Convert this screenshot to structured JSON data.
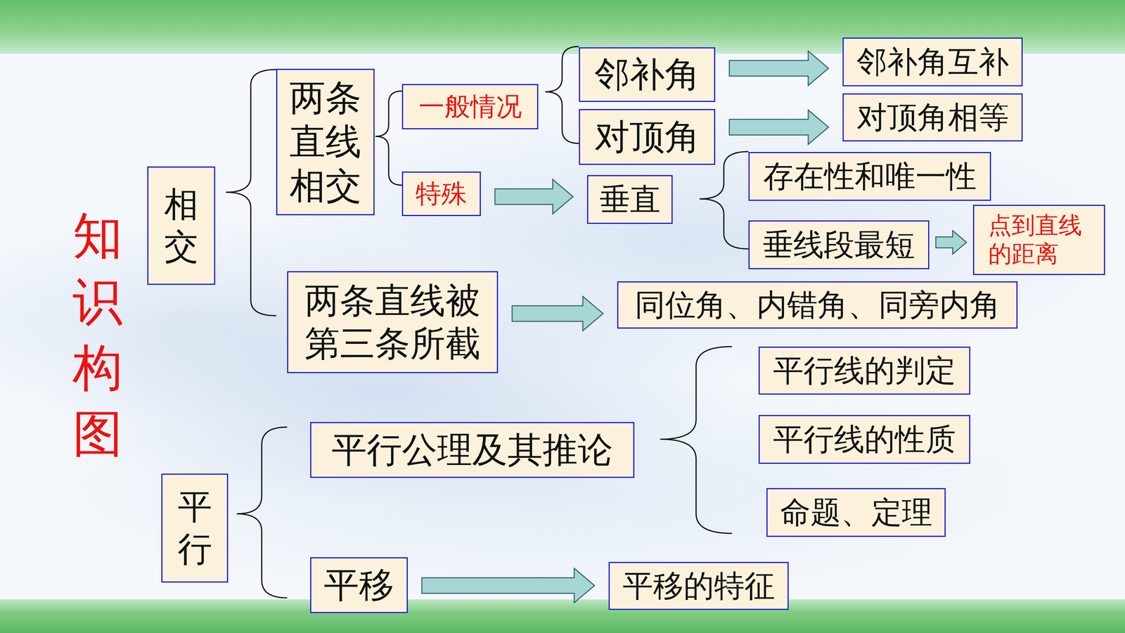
{
  "diagram": {
    "title": "知识构图",
    "nodes": [
      {
        "text": [
          "相交"
        ]
      },
      {
        "text": [
          "两条直线相交"
        ]
      },
      {
        "text": [
          "一般情况"
        ]
      },
      {
        "text": [
          "邻补角"
        ]
      },
      {
        "text": [
          "对顶角"
        ]
      },
      {
        "text": [
          "邻补角互补"
        ]
      },
      {
        "text": [
          "对顶角相等"
        ]
      },
      {
        "text": [
          "特殊"
        ]
      },
      {
        "text": [
          "垂直"
        ]
      },
      {
        "text": [
          "存在性和唯一性"
        ]
      },
      {
        "text": [
          "垂线段最短"
        ]
      },
      {
        "text": [
          "点到直线的距离"
        ]
      },
      {
        "text": [
          "两条直线被第三条所截"
        ]
      },
      {
        "text": [
          "同位角、内错角、同旁内角"
        ]
      },
      {
        "text": [
          "平行"
        ]
      },
      {
        "text": [
          "平行公理及其推论"
        ]
      },
      {
        "text": [
          "平行线的判定"
        ]
      },
      {
        "text": [
          "平行线的性质"
        ]
      },
      {
        "text": [
          "命题、定理"
        ]
      },
      {
        "text": [
          "平移"
        ]
      },
      {
        "text": [
          "平移的特征"
        ]
      }
    ],
    "edges": [
      {
        "from": 3,
        "to": 5,
        "arrow": "to"
      },
      {
        "from": 4,
        "to": 6,
        "arrow": "to"
      },
      {
        "from": 7,
        "to": 8,
        "arrow": "to"
      },
      {
        "from": 10,
        "to": 11,
        "arrow": "to"
      },
      {
        "from": 12,
        "to": 13,
        "arrow": "to"
      },
      {
        "from": 19,
        "to": 20,
        "arrow": "to"
      }
    ]
  }
}
